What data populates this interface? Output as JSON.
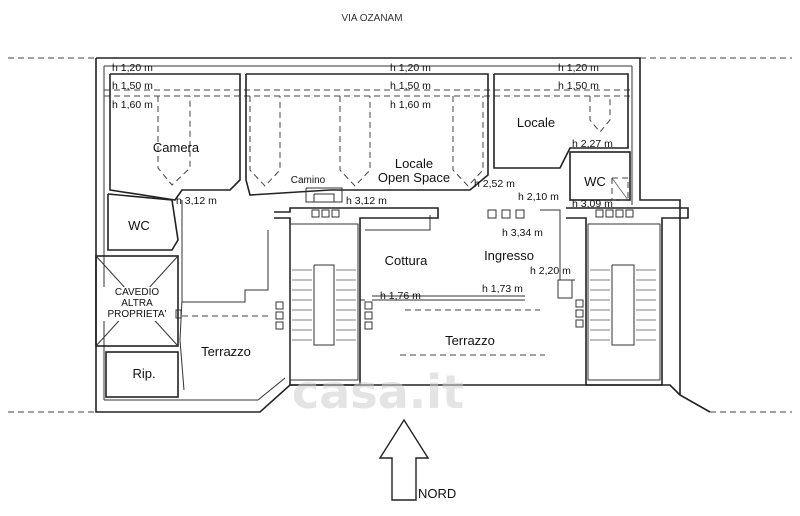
{
  "street_label": "VIA OZANAM",
  "north_label": "NORD",
  "watermark": "casa.it",
  "rooms": {
    "camera": "Camera",
    "locale_open_1": "Locale",
    "locale_open_2": "Open Space",
    "locale": "Locale",
    "wc_left": "WC",
    "wc_right": "WC",
    "cavedio_1": "CAVEDIO",
    "cavedio_2": "ALTRA",
    "cavedio_3": "PROPRIETA'",
    "rip": "Rip.",
    "terrazzo_left": "Terrazzo",
    "terrazzo_center": "Terrazzo",
    "cottura": "Cottura",
    "ingresso": "Ingresso",
    "camino": "Camino"
  },
  "heights": {
    "h120_left": "h 1,20 m",
    "h150_left": "h 1,50 m",
    "h160_left": "h 1,60 m",
    "h120_mid": "h 1,20 m",
    "h150_mid": "h 1,50 m",
    "h160_mid": "h 1,60 m",
    "h120_right": "h 1,20 m",
    "h150_right": "h 1,50 m",
    "h227": "h 2,27 m",
    "h252": "h 2,52 m",
    "h210": "h 2,10 m",
    "h309": "h 3,09 m",
    "h312_a": "h 3,12 m",
    "h312_b": "h 3,12 m",
    "h334": "h 3,34 m",
    "h220": "h 2,20 m",
    "h176": "h 1,76 m",
    "h173": "h 1,73 m"
  }
}
